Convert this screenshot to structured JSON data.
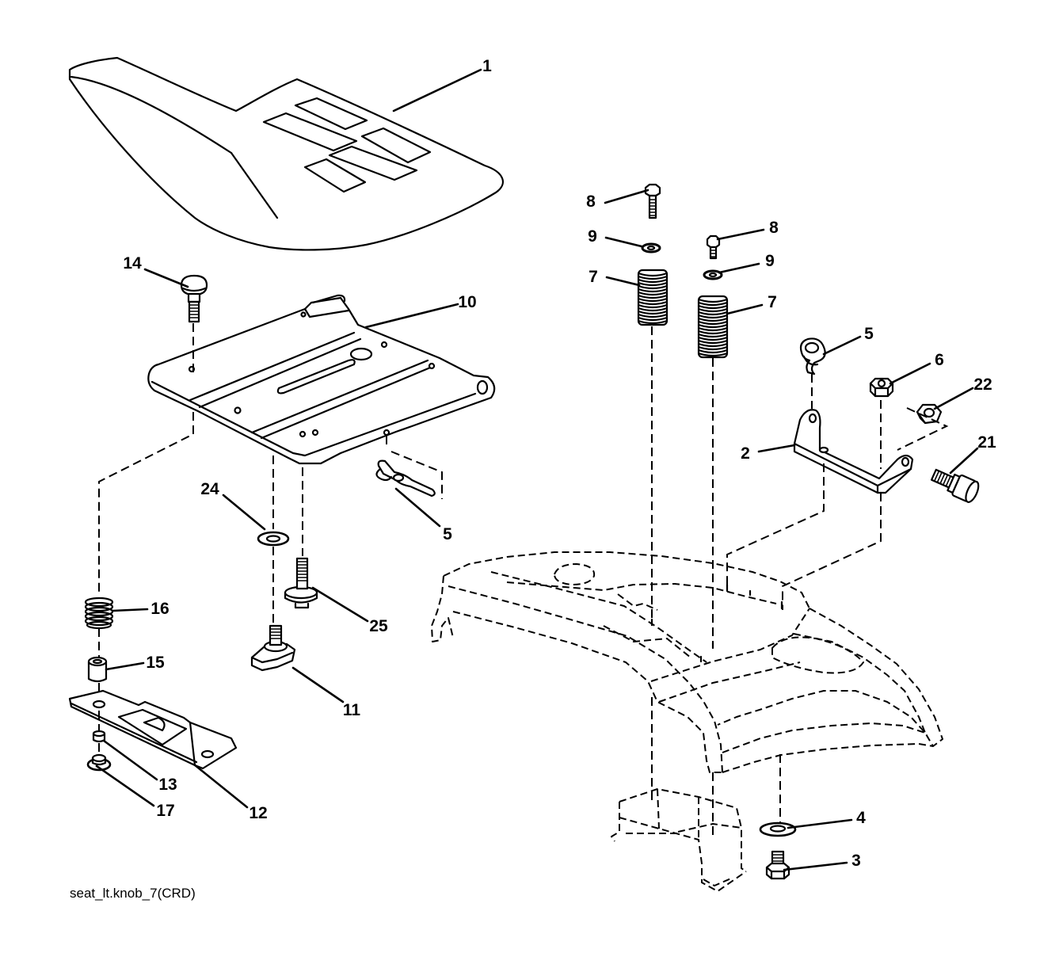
{
  "diagram": {
    "callouts": [
      "1",
      "14",
      "10",
      "24",
      "5",
      "16",
      "25",
      "15",
      "11",
      "13",
      "12",
      "17",
      "8",
      "9",
      "7",
      "8",
      "9",
      "7",
      "5",
      "6",
      "22",
      "2",
      "21",
      "4",
      "3"
    ],
    "caption": "seat_lt.knob_7(CRD)"
  }
}
